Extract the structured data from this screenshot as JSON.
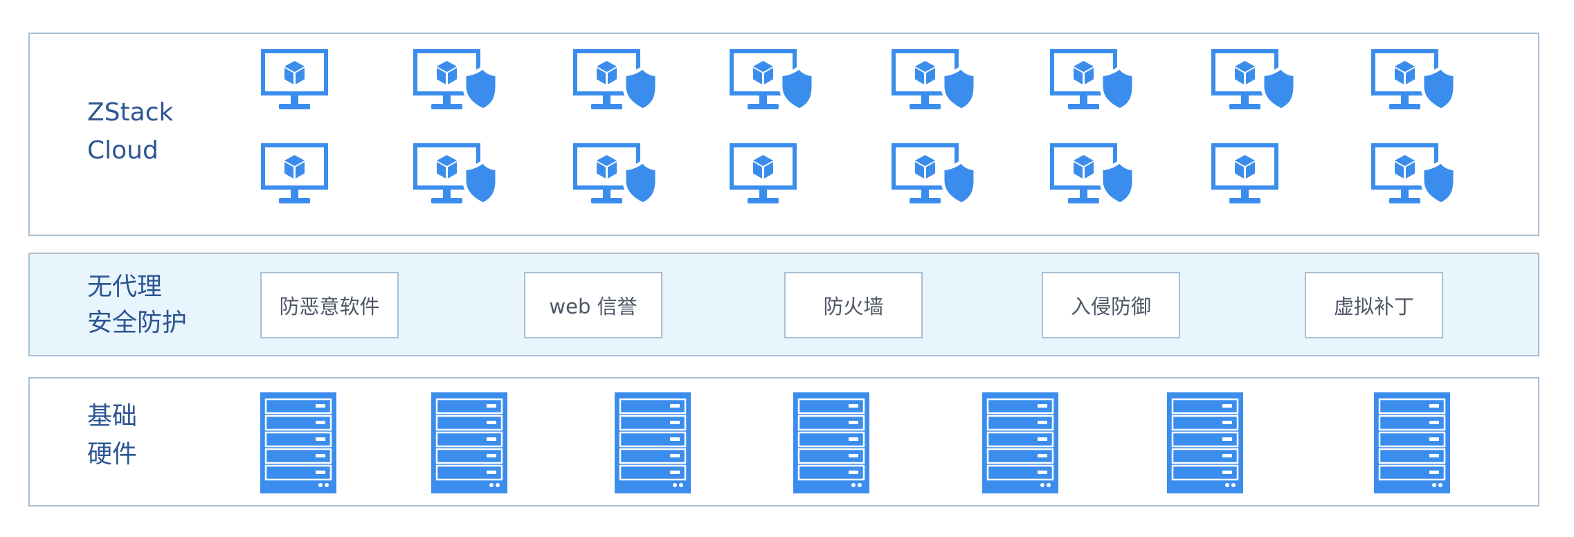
{
  "layers": {
    "cloud": {
      "label_lines": [
        "ZStack",
        "Cloud"
      ],
      "vm_icon": "monitor-cube-icon",
      "shield_icon": "shield-icon",
      "rows": [
        [
          false,
          true,
          true,
          true,
          true,
          true,
          true,
          true
        ],
        [
          false,
          true,
          true,
          false,
          true,
          true,
          false,
          true
        ]
      ]
    },
    "security": {
      "label_lines": [
        "无代理",
        "安全防护"
      ],
      "services": [
        "防恶意软件",
        "web 信誉",
        "防火墙",
        "入侵防御",
        "虚拟补丁"
      ]
    },
    "hardware": {
      "label_lines": [
        "基础",
        "硬件"
      ],
      "server_icon": "server-rack-icon",
      "server_count": 7
    }
  },
  "colors": {
    "icon_blue": "#3b8ded",
    "label_blue": "#2c5592",
    "border": "#a9bfd3",
    "security_bg": "#e8f5fd",
    "box_text": "#4e5666"
  }
}
